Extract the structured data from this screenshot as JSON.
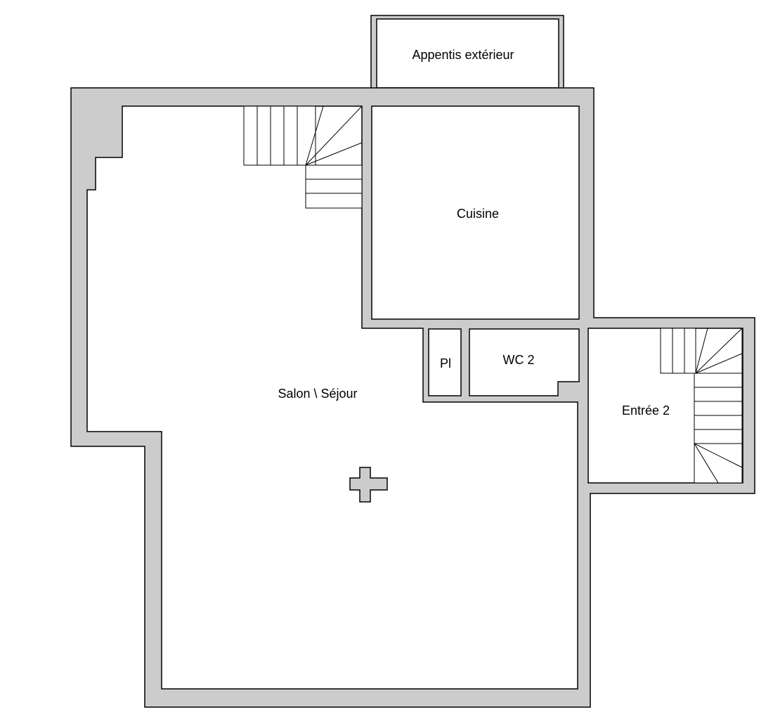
{
  "rooms": {
    "appentis": "Appentis extérieur",
    "cuisine": "Cuisine",
    "salon": "Salon \\ Séjour",
    "placard": "Pl",
    "wc": "WC 2",
    "entree": "Entrée 2"
  },
  "colors": {
    "wall": "#cccccc",
    "line": "#000000",
    "background": "#ffffff"
  },
  "symbols": {
    "center": "cross-symbol"
  }
}
